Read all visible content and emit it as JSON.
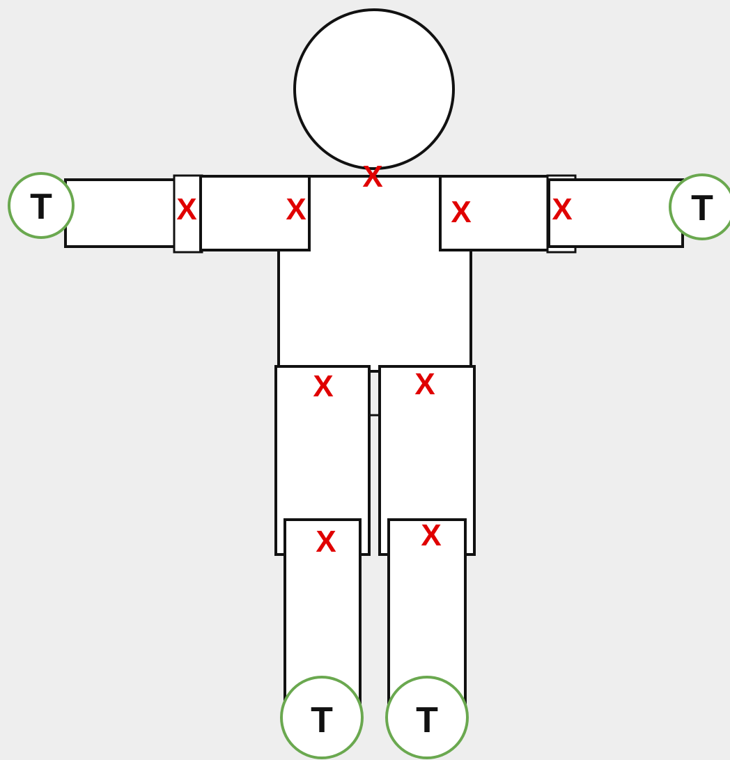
{
  "colors": {
    "background": "#eeeeee",
    "body_fill": "#ffffff",
    "outline": "#111111",
    "joint_marker": "#e00000",
    "tip_marker_ring": "#6aa84f",
    "tip_marker_text": "#111111"
  },
  "joint_markers": {
    "neck": "X",
    "right_shoulder": "X",
    "right_elbow": "X",
    "left_shoulder": "X",
    "left_elbow": "X",
    "right_hip": "X",
    "left_hip": "X",
    "right_knee": "X",
    "left_knee": "X"
  },
  "tip_markers": {
    "right_hand": "T",
    "left_hand": "T",
    "right_foot": "T",
    "left_foot": "T"
  }
}
